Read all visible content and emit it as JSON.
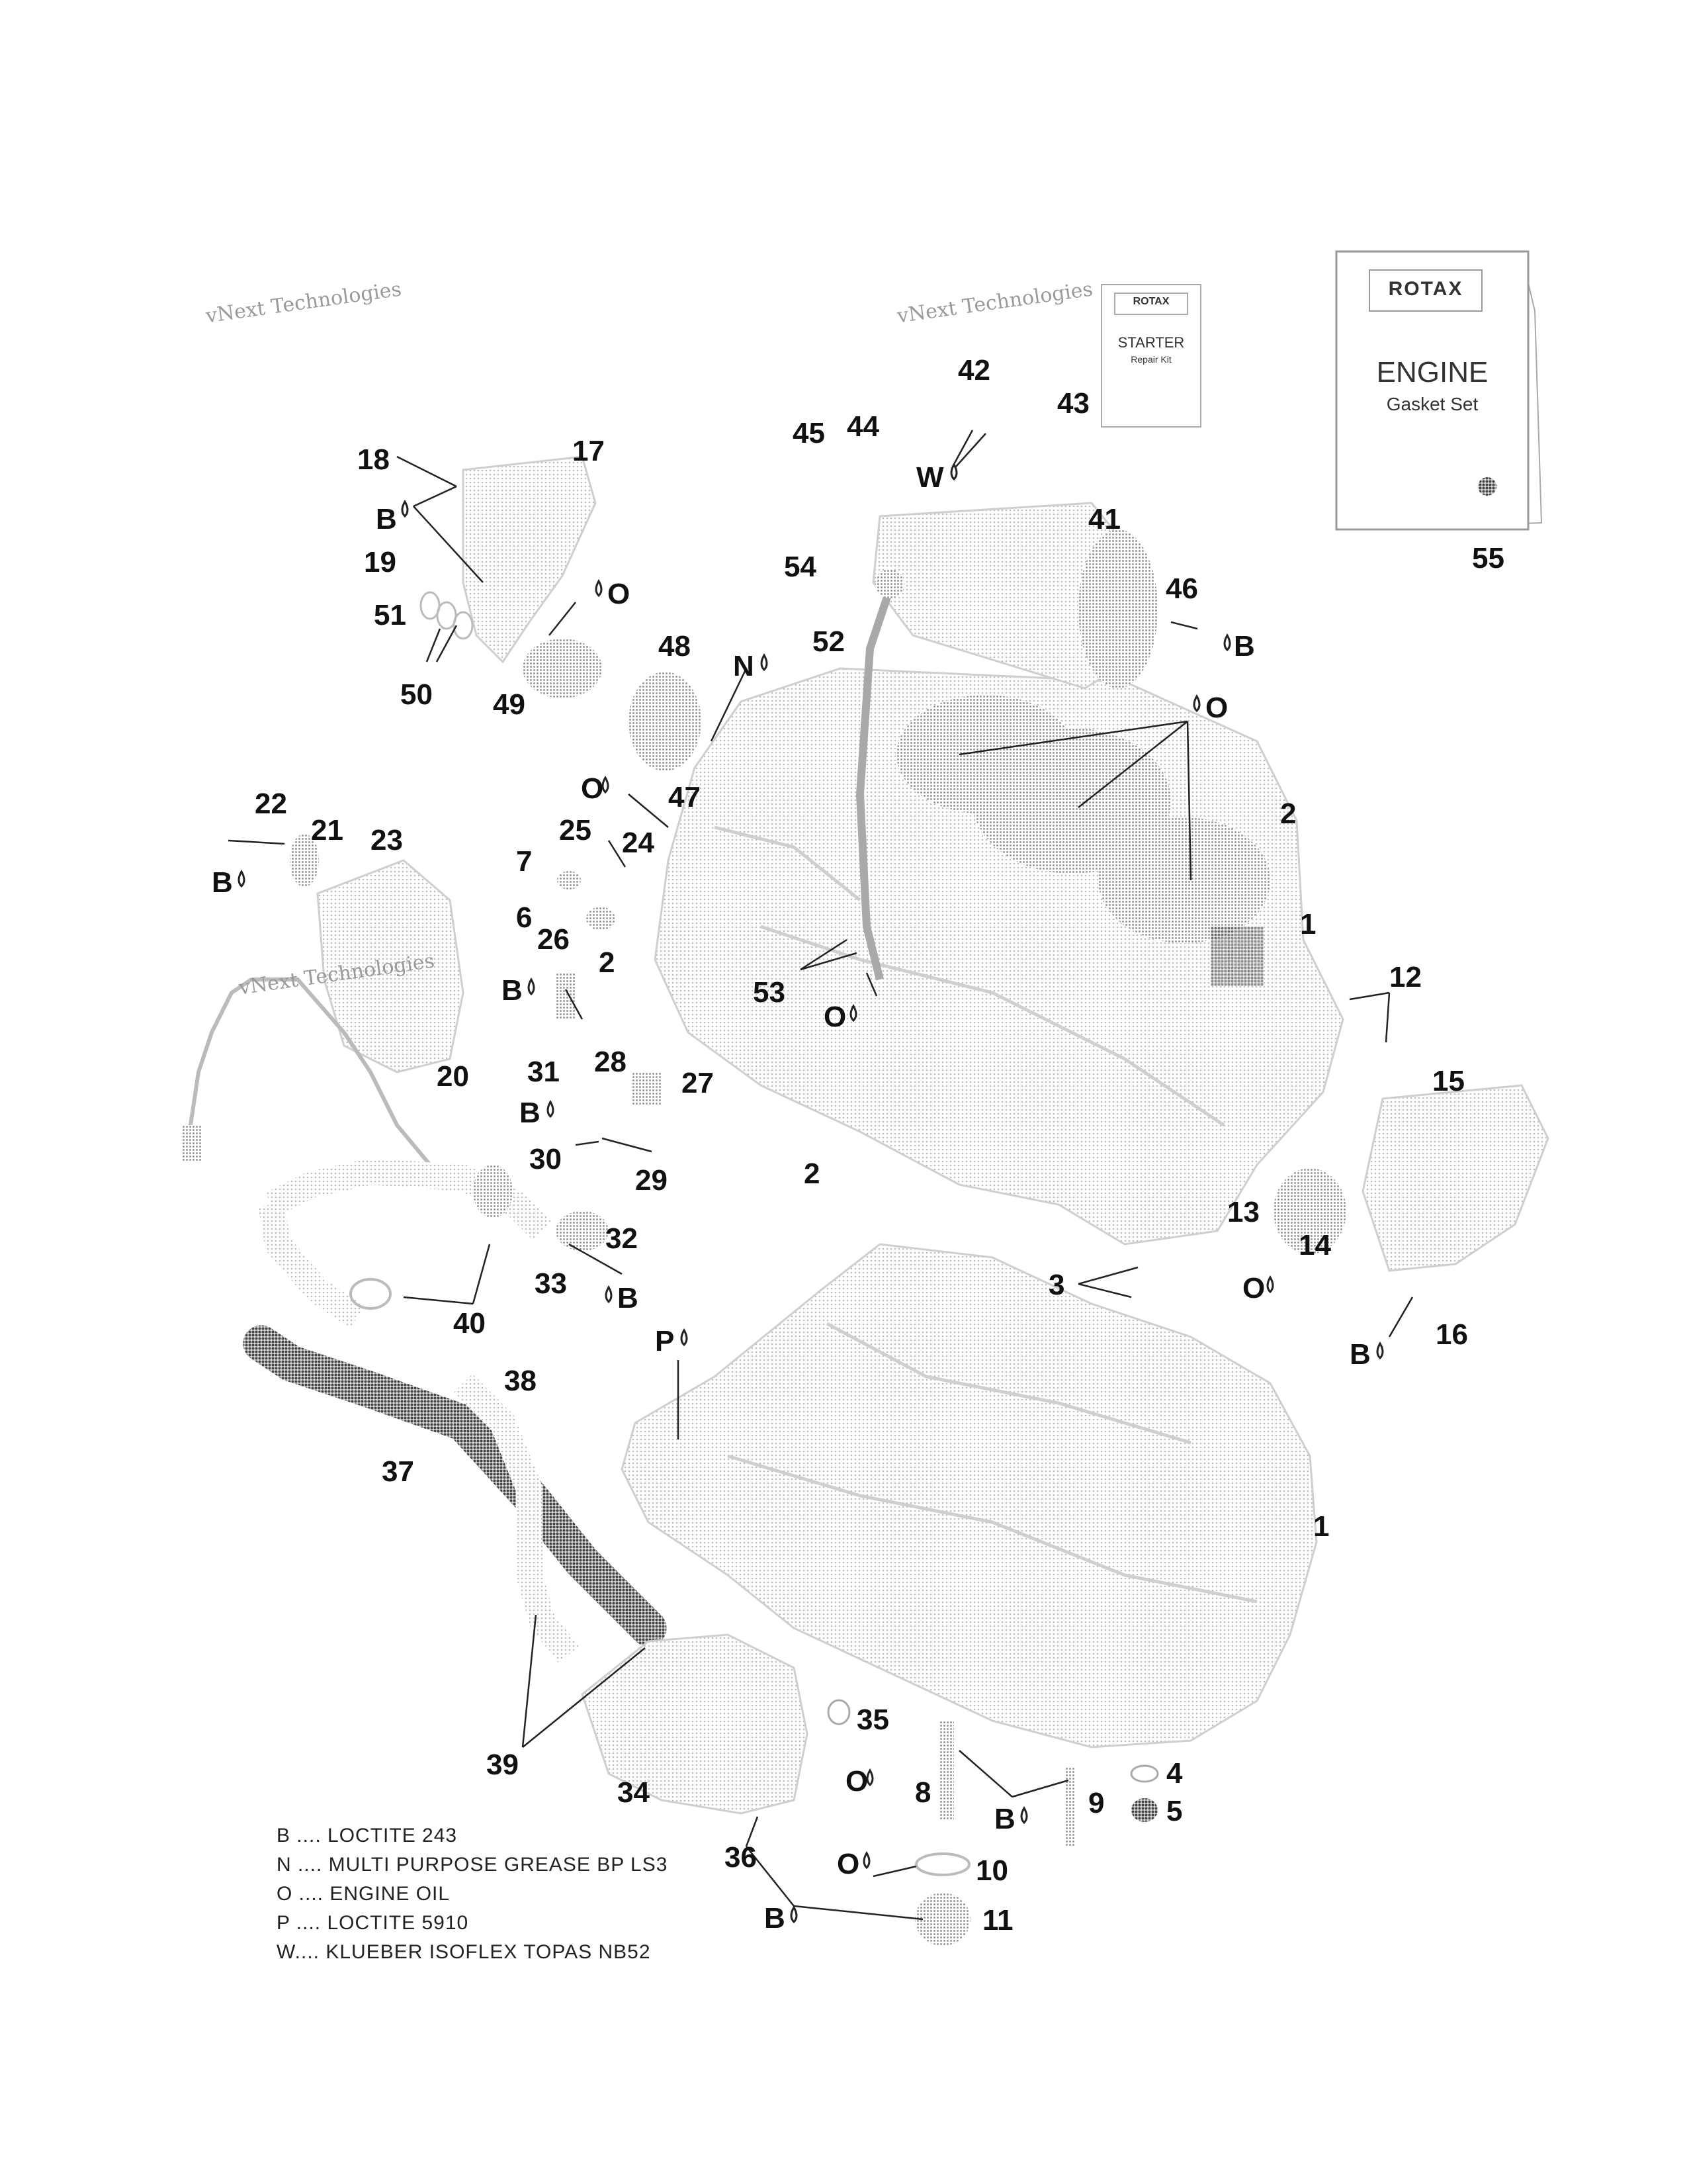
{
  "callouts": [
    {
      "id": "c1a",
      "text": "1"
    },
    {
      "id": "c1b",
      "text": "1"
    },
    {
      "id": "c2a",
      "text": "2"
    },
    {
      "id": "c2b",
      "text": "2"
    },
    {
      "id": "c2c",
      "text": "2"
    },
    {
      "id": "c3",
      "text": "3"
    },
    {
      "id": "c4",
      "text": "4"
    },
    {
      "id": "c5",
      "text": "5"
    },
    {
      "id": "c6",
      "text": "6"
    },
    {
      "id": "c7",
      "text": "7"
    },
    {
      "id": "c8",
      "text": "8"
    },
    {
      "id": "c9",
      "text": "9"
    },
    {
      "id": "c10",
      "text": "10"
    },
    {
      "id": "c11",
      "text": "11"
    },
    {
      "id": "c12",
      "text": "12"
    },
    {
      "id": "c13",
      "text": "13"
    },
    {
      "id": "c14",
      "text": "14"
    },
    {
      "id": "c15",
      "text": "15"
    },
    {
      "id": "c16",
      "text": "16"
    },
    {
      "id": "c17",
      "text": "17"
    },
    {
      "id": "c18",
      "text": "18"
    },
    {
      "id": "c19",
      "text": "19"
    },
    {
      "id": "c20",
      "text": "20"
    },
    {
      "id": "c21",
      "text": "21"
    },
    {
      "id": "c22",
      "text": "22"
    },
    {
      "id": "c23",
      "text": "23"
    },
    {
      "id": "c24",
      "text": "24"
    },
    {
      "id": "c25",
      "text": "25"
    },
    {
      "id": "c26",
      "text": "26"
    },
    {
      "id": "c27",
      "text": "27"
    },
    {
      "id": "c28",
      "text": "28"
    },
    {
      "id": "c29",
      "text": "29"
    },
    {
      "id": "c30",
      "text": "30"
    },
    {
      "id": "c31",
      "text": "31"
    },
    {
      "id": "c32",
      "text": "32"
    },
    {
      "id": "c33",
      "text": "33"
    },
    {
      "id": "c34",
      "text": "34"
    },
    {
      "id": "c35",
      "text": "35"
    },
    {
      "id": "c36",
      "text": "36"
    },
    {
      "id": "c37",
      "text": "37"
    },
    {
      "id": "c38",
      "text": "38"
    },
    {
      "id": "c39",
      "text": "39"
    },
    {
      "id": "c40",
      "text": "40"
    },
    {
      "id": "c41",
      "text": "41"
    },
    {
      "id": "c42",
      "text": "42"
    },
    {
      "id": "c43",
      "text": "43"
    },
    {
      "id": "c44",
      "text": "44"
    },
    {
      "id": "c45",
      "text": "45"
    },
    {
      "id": "c46",
      "text": "46"
    },
    {
      "id": "c47",
      "text": "47"
    },
    {
      "id": "c48",
      "text": "48"
    },
    {
      "id": "c49",
      "text": "49"
    },
    {
      "id": "c50",
      "text": "50"
    },
    {
      "id": "c51",
      "text": "51"
    },
    {
      "id": "c52",
      "text": "52"
    },
    {
      "id": "c53",
      "text": "53"
    },
    {
      "id": "c54",
      "text": "54"
    },
    {
      "id": "c55",
      "text": "55"
    }
  ],
  "symbols": [
    {
      "id": "s_b18",
      "text": "B"
    },
    {
      "id": "s_o49",
      "text": "O"
    },
    {
      "id": "s_w42",
      "text": "W"
    },
    {
      "id": "s_b46",
      "text": "B"
    },
    {
      "id": "s_o1",
      "text": "O"
    },
    {
      "id": "s_n47",
      "text": "N"
    },
    {
      "id": "s_o24",
      "text": "O"
    },
    {
      "id": "s_b21",
      "text": "B"
    },
    {
      "id": "s_b31",
      "text": "B"
    },
    {
      "id": "s_o53",
      "text": "O"
    },
    {
      "id": "s_b30",
      "text": "B"
    },
    {
      "id": "s_b33",
      "text": "B"
    },
    {
      "id": "s_o14",
      "text": "O"
    },
    {
      "id": "s_b16",
      "text": "B"
    },
    {
      "id": "s_p",
      "text": "P"
    },
    {
      "id": "s_o35",
      "text": "O"
    },
    {
      "id": "s_b8",
      "text": "B"
    },
    {
      "id": "s_o10",
      "text": "O"
    },
    {
      "id": "s_b36",
      "text": "B"
    }
  ],
  "legend": [
    "B .... LOCTITE 243",
    "N .... MULTI PURPOSE GREASE BP LS3",
    "O .... ENGINE OIL",
    "P .... LOCTITE 5910",
    "W.... KLUEBER ISOFLEX TOPAS NB52"
  ],
  "booklet_large": {
    "brand": "ROTAX",
    "title": "ENGINE",
    "subtitle": "Gasket Set"
  },
  "booklet_small": {
    "brand": "ROTAX",
    "title": "STARTER",
    "subtitle": "Repair Kit"
  },
  "watermark": {
    "line1": "vNext Technologies",
    "line2": "vNext Technologies",
    "line3": "vNext Technologies"
  }
}
